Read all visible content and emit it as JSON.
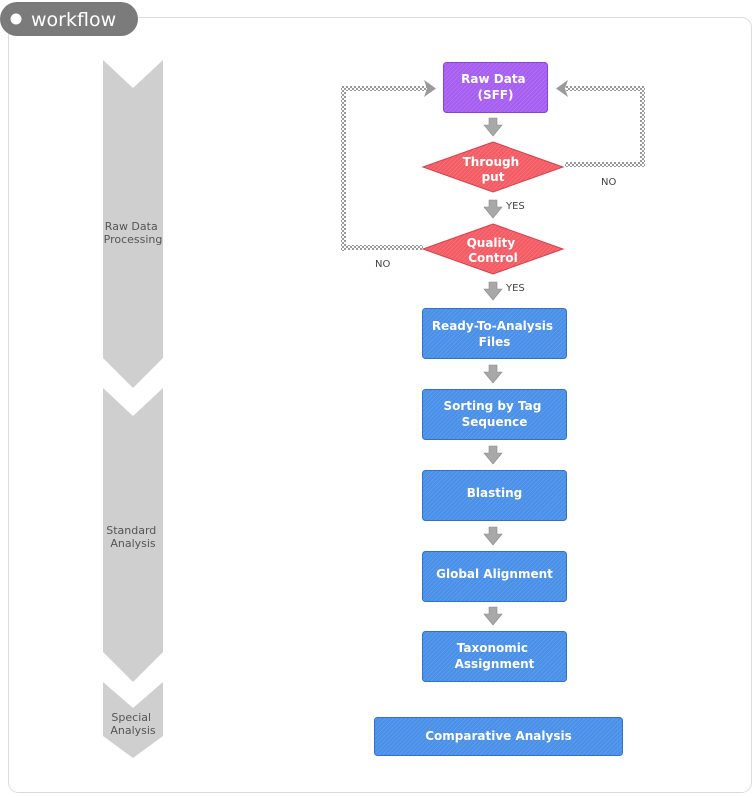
{
  "header": {
    "title": "workflow"
  },
  "phases": [
    {
      "id": "raw",
      "lines": [
        "Raw Data",
        "Processing"
      ]
    },
    {
      "id": "standard",
      "lines": [
        "Standard",
        "Analysis"
      ]
    },
    {
      "id": "special",
      "lines": [
        "Special",
        "Analysis"
      ]
    }
  ],
  "nodes": {
    "raw_data": {
      "lines": [
        "Raw Data",
        "(SFF)"
      ]
    },
    "throughput": {
      "lines": [
        "Through",
        "put"
      ]
    },
    "quality_control": {
      "lines": [
        "Quality",
        "Control"
      ]
    },
    "ready_files": {
      "lines": [
        "Ready-To-Analysis",
        "Files"
      ]
    },
    "sorting": {
      "lines": [
        "Sorting by Tag",
        "Sequence"
      ]
    },
    "blasting": {
      "lines": [
        "Blasting"
      ]
    },
    "global_alignment": {
      "lines": [
        "Global Alignment"
      ]
    },
    "taxonomic": {
      "lines": [
        "Taxonomic",
        "Assignment"
      ]
    },
    "comparative": {
      "lines": [
        "Comparative Analysis"
      ]
    }
  },
  "edge_labels": {
    "throughput_yes": "YES",
    "throughput_no": "NO",
    "qc_yes": "YES",
    "qc_no": "NO"
  },
  "colors": {
    "purple": "#a65ef0",
    "red": "#f45c64",
    "blue": "#4a90e8",
    "phase_gray": "#cfcfcf",
    "connector_gray": "#c8c8c8"
  }
}
